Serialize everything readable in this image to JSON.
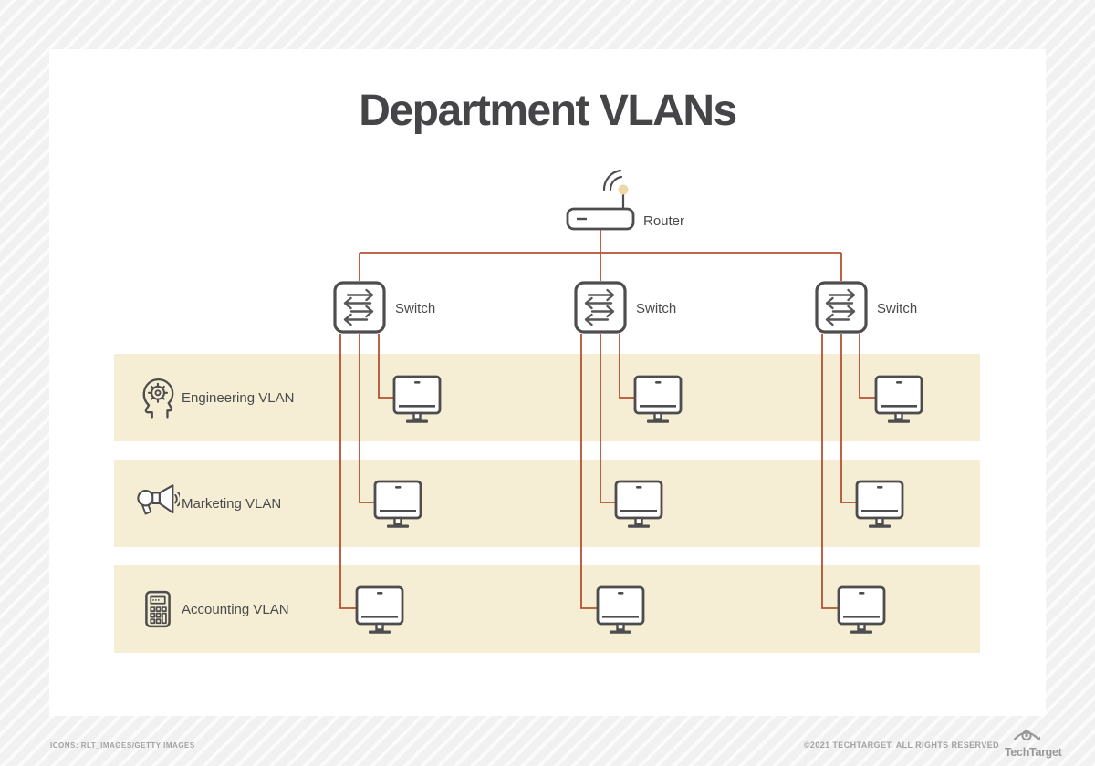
{
  "title": "Department VLANs",
  "colors": {
    "accent_red": "#b5502f",
    "band_bg": "#f5edd4",
    "icon_stroke": "#4d4d4d",
    "text_dark": "#4a4a4c",
    "text_muted": "#a2a2a4",
    "antenna_dot": "#edd9a7",
    "outer_bg": "#f1f1f2",
    "card_bg": "#ffffff"
  },
  "diagram": {
    "router": {
      "label": "Router",
      "icon": "router-icon"
    },
    "switch_label": "Switch",
    "switch_count": 3,
    "vlans": [
      {
        "name": "Engineering VLAN",
        "icon": "head-gear-icon",
        "computers": 3
      },
      {
        "name": "Marketing VLAN",
        "icon": "megaphone-icon",
        "computers": 3
      },
      {
        "name": "Accounting VLAN",
        "icon": "calculator-icon",
        "computers": 3
      }
    ],
    "host_icon": "desktop-computer-icon",
    "host_total": 9
  },
  "footer": {
    "credits": "ICONS: RLT_IMAGES/GETTY IMAGES",
    "copyright": "©2021 TECHTARGET. ALL RIGHTS RESERVED",
    "brand": "TechTarget"
  }
}
